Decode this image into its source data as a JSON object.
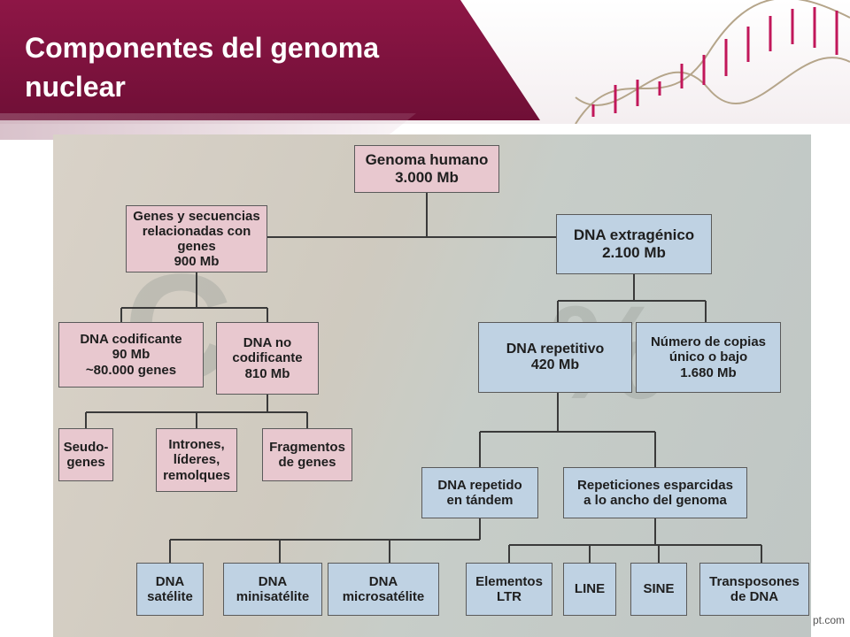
{
  "slide": {
    "title": "Componentes del genoma nuclear",
    "credit": "pt.com"
  },
  "diagram": {
    "nodes": {
      "genoma": "Genoma humano\n3.000 Mb",
      "genes": "Genes y secuencias\nrelacionadas con genes\n900 Mb",
      "extragenico": "DNA extragénico\n2.100 Mb",
      "codificante": "DNA codificante\n90 Mb\n~80.000 genes",
      "no_codificante": "DNA no\ncodificante\n810 Mb",
      "repetitivo": "DNA repetitivo\n420 Mb",
      "unico": "Número de copias\núnico o bajo\n1.680 Mb",
      "seudogenes": "Seudo-\ngenes",
      "intrones": "Intrones,\nlíderes,\nremolques",
      "fragmentos": "Fragmentos\nde genes",
      "tandem": "DNA repetido\nen tándem",
      "esparcidas": "Repeticiones esparcidas\na lo ancho del genoma",
      "satelite": "DNA\nsatélite",
      "minisatelite": "DNA\nminisatélite",
      "microsatelite": "DNA\nmicrosatélite",
      "ltr": "Elementos\nLTR",
      "line": "LINE",
      "sine": "SINE",
      "transposones": "Transposones\nde DNA"
    }
  },
  "colors": {
    "banner": "#7d1240",
    "pink_box": "#e8c8cf",
    "blue_box": "#bfd2e3"
  }
}
